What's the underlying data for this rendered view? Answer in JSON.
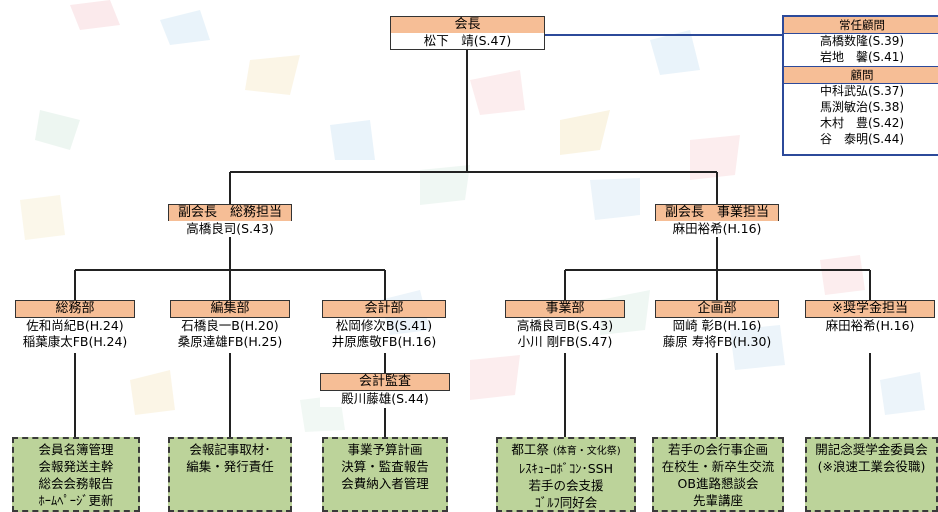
{
  "president": {
    "title": "会長",
    "name": "松下　靖(S.47)"
  },
  "advisors": {
    "standing_title": "常任顧問",
    "standing": [
      "高橋数隆(S.39)",
      "岩地　馨(S.41)"
    ],
    "advisors_title": "顧問",
    "advisors": [
      "中科武弘(S.37)",
      "馬渕敏治(S.38)",
      "木村　豊(S.42)",
      "谷　泰明(S.44)"
    ]
  },
  "vp_general": {
    "title": "副会長　総務担当",
    "name": "高橋良司(S.43)"
  },
  "vp_business": {
    "title": "副会長　事業担当",
    "name": "麻田裕希(H.16)"
  },
  "departments": [
    {
      "title": "総務部",
      "members": [
        "佐和尚紀B(H.24)",
        "稲葉康太FB(H.24)"
      ],
      "tasks": [
        "会員名簿管理",
        "会報発送主幹",
        "総会会務報告",
        "ﾎｰﾑﾍﾟｰｼﾞ更新"
      ]
    },
    {
      "title": "編集部",
      "members": [
        "石橋良一B(H.20)",
        "桑原達雄FB(H.25)"
      ],
      "tasks": [
        "会報記事取材･",
        "編集・発行責任"
      ]
    },
    {
      "title": "会計部",
      "members": [
        "松岡修次B(S.41)",
        "井原應敬FB(H.16)"
      ],
      "tasks": [
        "事業予算計画",
        "決算・監査報告",
        "会費納入者管理"
      ]
    },
    {
      "title": "事業部",
      "members": [
        "高橋良司B(S.43)",
        "小川 剛FB(S.47)"
      ],
      "tasks": [
        "都工祭",
        "(体育・文化祭)",
        "ﾚｽｷｭｰﾛﾎﾞｺﾝ･SSH",
        "若手の会支援",
        "ｺﾞﾙﾌ同好会"
      ]
    },
    {
      "title": "企画部",
      "members": [
        "岡崎 彰B(H.16)",
        "藤原 寿将FB(H.30)"
      ],
      "tasks": [
        "若手の会行事企画",
        "在校生・新卒生交流",
        "OB進路懇談会",
        "先輩講座"
      ]
    },
    {
      "title": "※奨学金担当",
      "members": [
        "麻田裕希(H.16)"
      ],
      "tasks": [
        "開記念奨学金委員会",
        "(※浪速工業会役職)"
      ]
    }
  ],
  "audit": {
    "title": "会計監査",
    "name": "殿川藤雄(S.44)"
  },
  "colors": {
    "header": "#f6be96",
    "task": "#bcd39a",
    "advisor_border": "#2c4a9a",
    "line": "#222222"
  }
}
